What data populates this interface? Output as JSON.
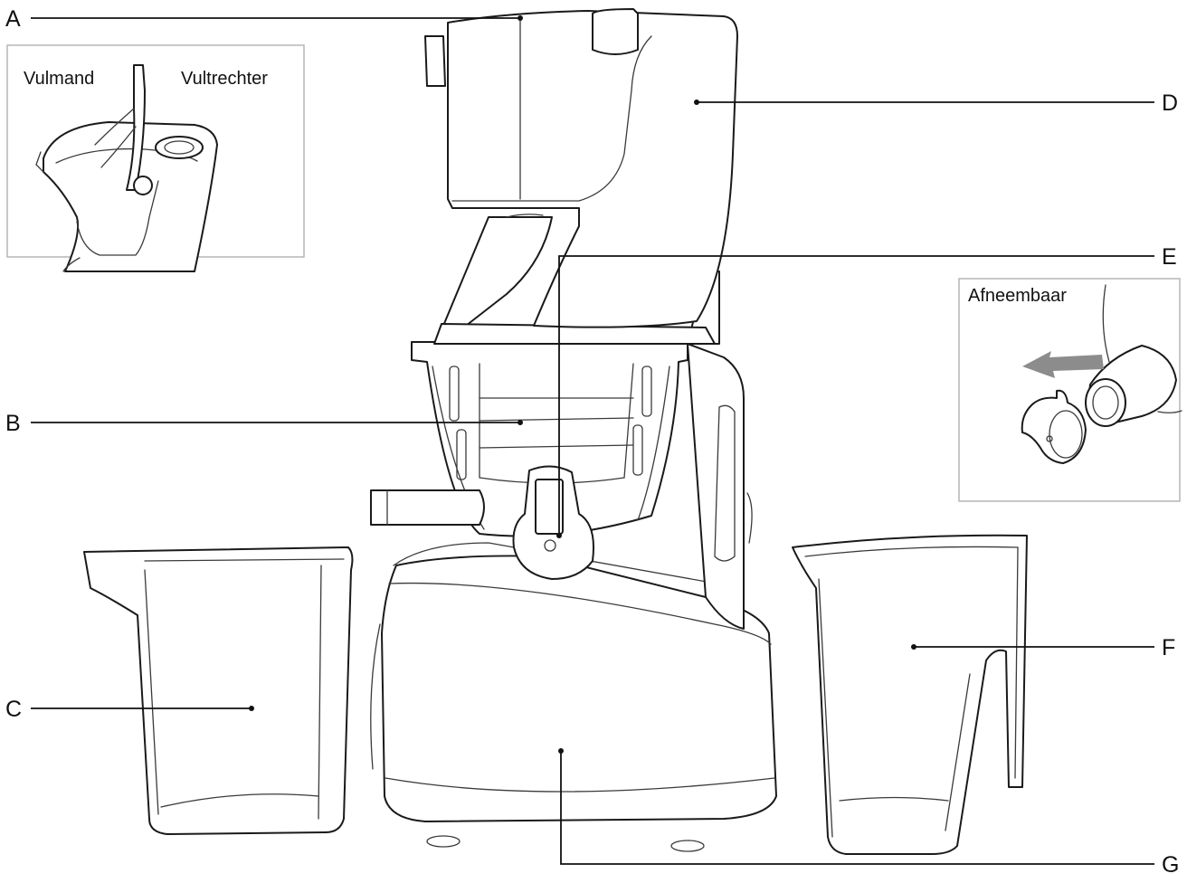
{
  "labels": {
    "A": "A",
    "B": "B",
    "C": "C",
    "D": "D",
    "E": "E",
    "F": "F",
    "G": "G"
  },
  "inset_top_left": {
    "left_label": "Vulmand",
    "right_label": "Vultrechter"
  },
  "inset_right": {
    "label": "Afneembaar"
  },
  "colors": {
    "line": "#111111",
    "arrow": "#8c8c8c",
    "inset_border": "#b5b5b5"
  }
}
